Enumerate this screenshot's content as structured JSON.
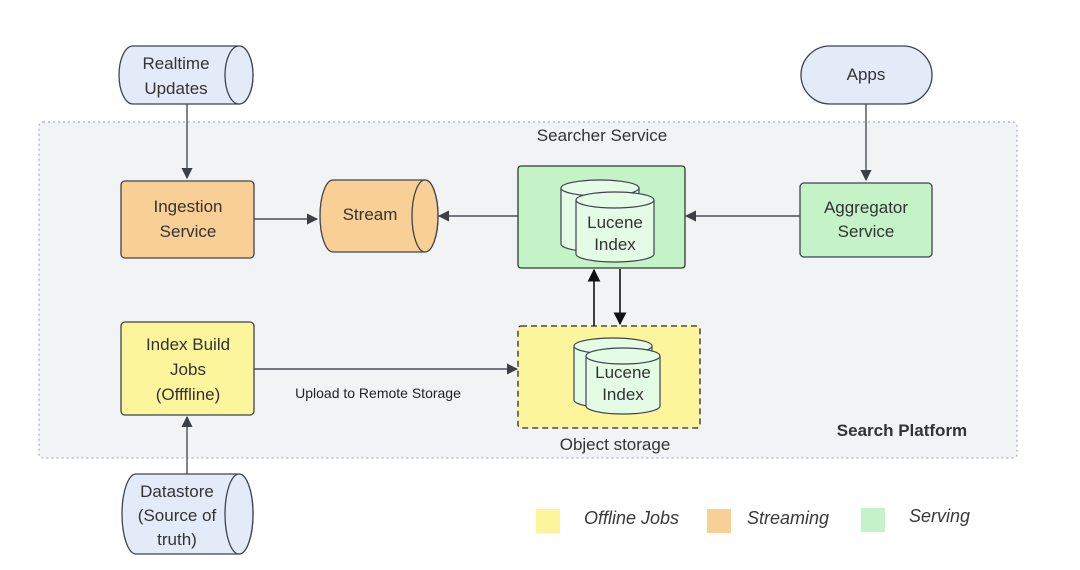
{
  "colors": {
    "offline": "#fdf59c",
    "streaming": "#f8cf94",
    "serving": "#c3f3c6",
    "store": "#e3ebf8",
    "platform_bg": "#f2f3f4"
  },
  "nodes": {
    "realtime_updates": [
      "Realtime",
      "Updates"
    ],
    "apps": "Apps",
    "ingestion_service": [
      "Ingestion",
      "Service"
    ],
    "stream": "Stream",
    "searcher_service": "Searcher Service",
    "searcher_index": [
      "Lucene",
      "Index"
    ],
    "aggregator_service": [
      "Aggregator",
      "Service"
    ],
    "index_build_jobs": [
      "Index Build",
      "Jobs",
      "(Offfline)"
    ],
    "object_storage": "Object storage",
    "object_index": [
      "Lucene",
      "Index"
    ],
    "datastore": [
      "Datastore",
      "(Source of",
      "truth)"
    ]
  },
  "edges": {
    "upload_label": "Upload to Remote Storage"
  },
  "platform_label": "Search Platform",
  "legend": [
    {
      "label": "Offline Jobs",
      "color": "#fdf59c"
    },
    {
      "label": "Streaming",
      "color": "#f8cf94"
    },
    {
      "label": "Serving",
      "color": "#c3f3c6"
    }
  ]
}
